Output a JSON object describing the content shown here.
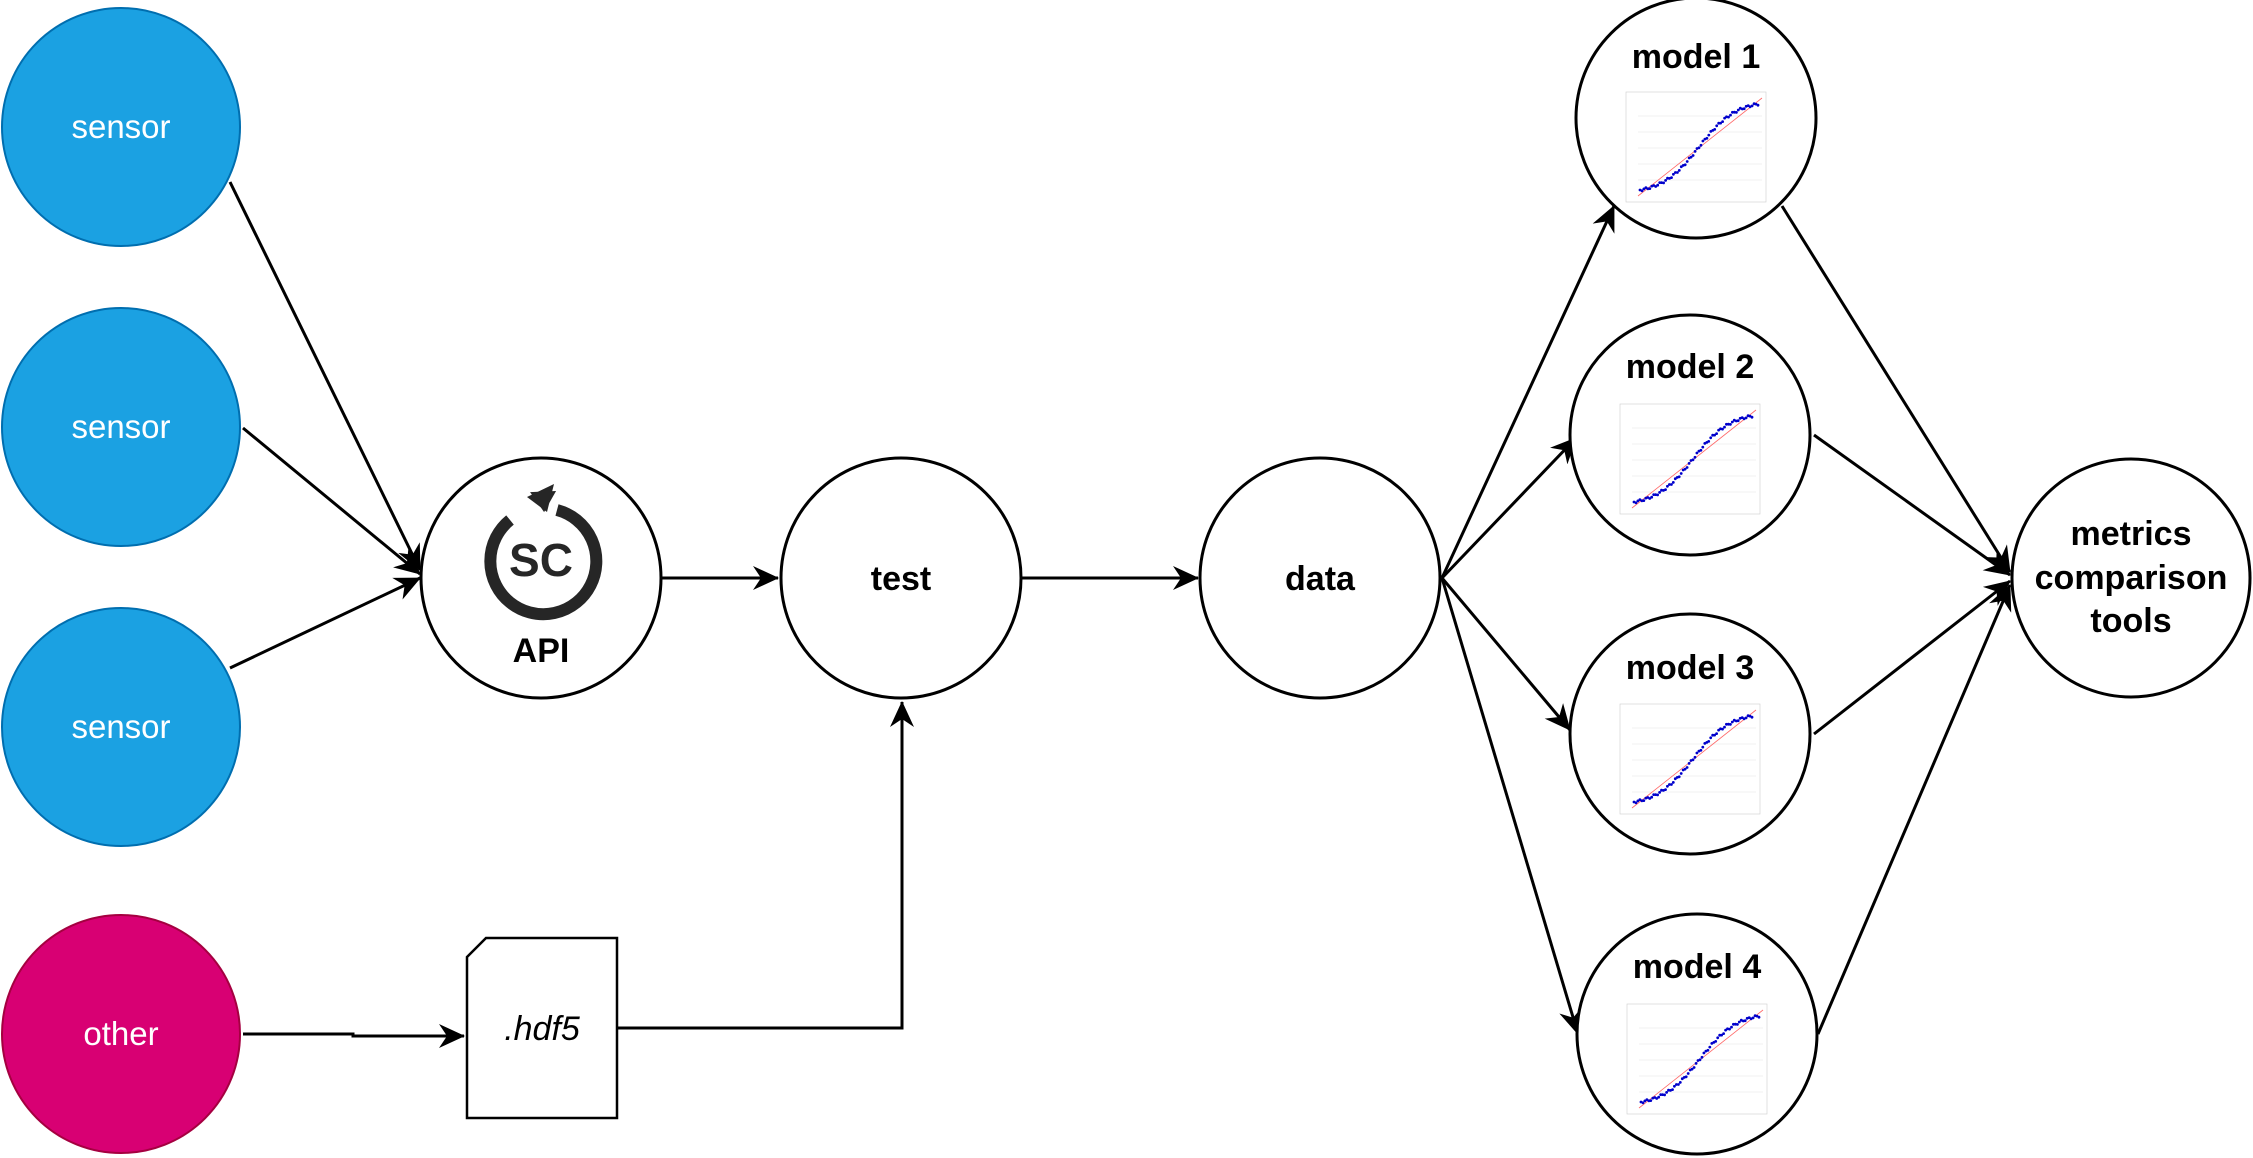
{
  "nodes": {
    "sensor_1": {
      "label": "sensor",
      "fill": "#1ba1e2",
      "stroke": "#006eaf"
    },
    "sensor_2": {
      "label": "sensor",
      "fill": "#1ba1e2",
      "stroke": "#006eaf"
    },
    "sensor_3": {
      "label": "sensor",
      "fill": "#1ba1e2",
      "stroke": "#006eaf"
    },
    "other": {
      "label": "other",
      "fill": "#d80073",
      "stroke": "#a50040"
    },
    "api": {
      "label": "API",
      "icon": "sync-sc-icon",
      "icon_text": "SC"
    },
    "test": {
      "label": "test"
    },
    "hdf5": {
      "label": ".hdf5",
      "icon": "file-icon"
    },
    "data": {
      "label": "data"
    },
    "model_1": {
      "label": "model 1",
      "thumbnail": "probability-plot-icon"
    },
    "model_2": {
      "label": "model 2",
      "thumbnail": "probability-plot-icon"
    },
    "model_3": {
      "label": "model 3",
      "thumbnail": "probability-plot-icon"
    },
    "model_4": {
      "label": "model 4",
      "thumbnail": "probability-plot-icon"
    },
    "metrics": {
      "label_lines": [
        "metrics",
        "comparison",
        "tools"
      ]
    }
  },
  "edges": [
    {
      "from": "sensor_1",
      "to": "api"
    },
    {
      "from": "sensor_2",
      "to": "api"
    },
    {
      "from": "sensor_3",
      "to": "api"
    },
    {
      "from": "api",
      "to": "test"
    },
    {
      "from": "test",
      "to": "data"
    },
    {
      "from": "other",
      "to": "hdf5"
    },
    {
      "from": "hdf5",
      "to": "test"
    },
    {
      "from": "data",
      "to": "model_1"
    },
    {
      "from": "data",
      "to": "model_2"
    },
    {
      "from": "data",
      "to": "model_3"
    },
    {
      "from": "data",
      "to": "model_4"
    },
    {
      "from": "model_1",
      "to": "metrics"
    },
    {
      "from": "model_2",
      "to": "metrics"
    },
    {
      "from": "model_3",
      "to": "metrics"
    },
    {
      "from": "model_4",
      "to": "metrics"
    }
  ],
  "colors": {
    "line": "#000000",
    "thumbnail_points": "#0000cc",
    "thumbnail_reference": "#ff6666"
  }
}
